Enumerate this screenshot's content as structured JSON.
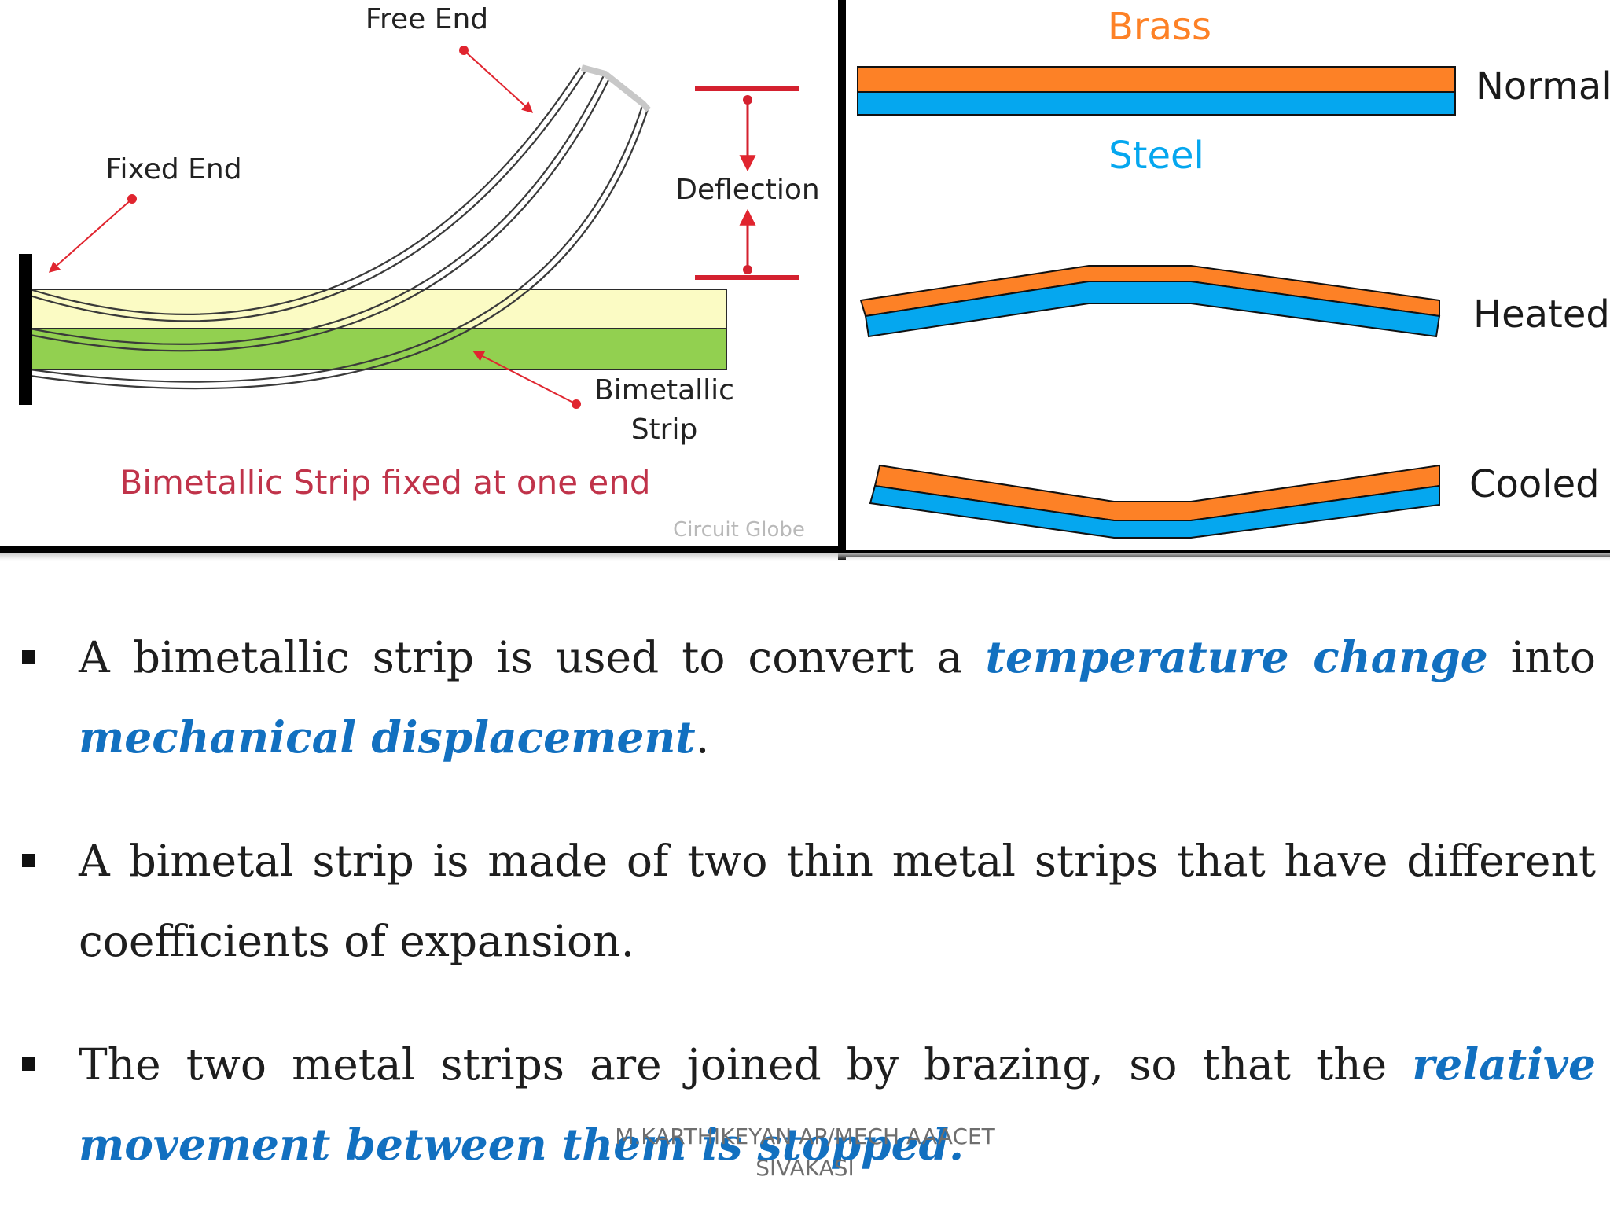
{
  "left_diagram": {
    "free_end_label": "Free End",
    "fixed_end_label": "Fixed End",
    "deflection_label": "Deflection",
    "strip_label_line1": "Bimetallic",
    "strip_label_line2": "Strip",
    "caption": "Bimetallic  Strip fixed at one end",
    "watermark": "Circuit Globe",
    "colors": {
      "top_layer": "#fbfbc4",
      "bottom_layer": "#92d050",
      "caption": "#c0334a",
      "arrow": "#e0252f"
    }
  },
  "right_diagram": {
    "brass_label": "Brass",
    "steel_label": "Steel",
    "state_normal": "Normal",
    "state_heated": "Heated",
    "state_cooled": "Cooled",
    "colors": {
      "brass": "#fd8126",
      "steel": "#05a7ef"
    }
  },
  "bullets": [
    {
      "parts": [
        {
          "text": "A bimetallic strip is used to convert a ",
          "hl": false
        },
        {
          "text": "temperature change",
          "hl": true
        },
        {
          "text": " into ",
          "hl": false
        },
        {
          "text": "mechanical displacement",
          "hl": true
        },
        {
          "text": ".",
          "hl": false
        }
      ]
    },
    {
      "parts": [
        {
          "text": "A bimetal strip is made of two thin metal strips that have different coefficients of expansion.",
          "hl": false
        }
      ]
    },
    {
      "parts": [
        {
          "text": "The two metal strips are joined by brazing, so that the ",
          "hl": false
        },
        {
          "text": "relative movement between them is stopped.",
          "hl": true
        }
      ]
    }
  ],
  "footer": {
    "line1": "M.KARTHIKEYAN AP/MECH AAACET",
    "line2": "SIVAKASI"
  },
  "accent_color": "#1270c0"
}
